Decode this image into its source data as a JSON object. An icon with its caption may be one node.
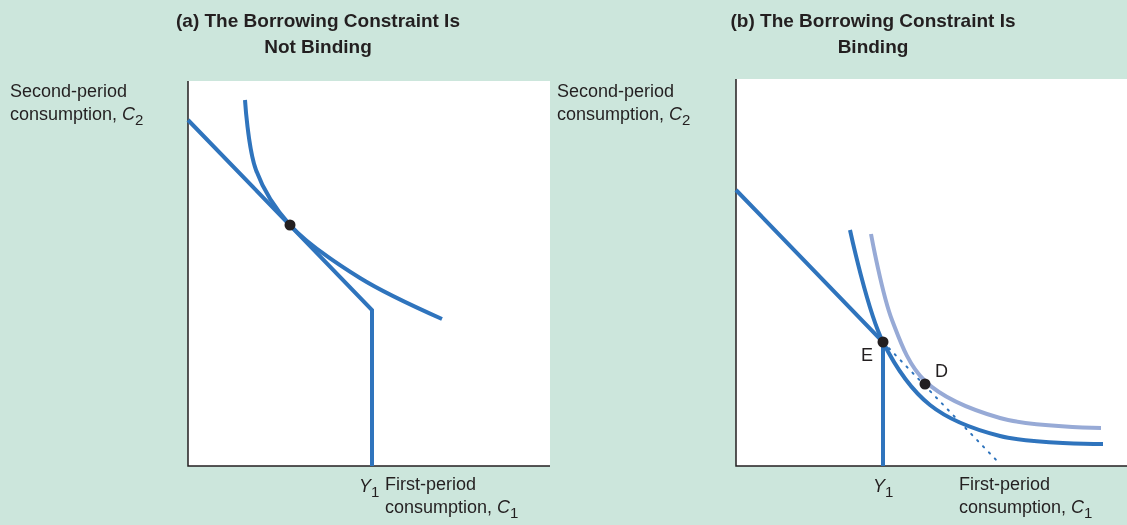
{
  "diagram": {
    "labels": [
      "(a) The Borrowing Constraint Is Not Binding",
      "(b) The Borrowing Constraint Is Binding",
      "Second-period consumption, *C*$_{2}$",
      "Second-period consumption, *C*$_{2}$",
      "E",
      "D",
      "*Y*$_{1}$",
      "First-period consumption, *C*$_{1}$",
      "*Y*$_{1}$",
      "First-period consumption, *C*$_{1}$"
    ]
  }
}
